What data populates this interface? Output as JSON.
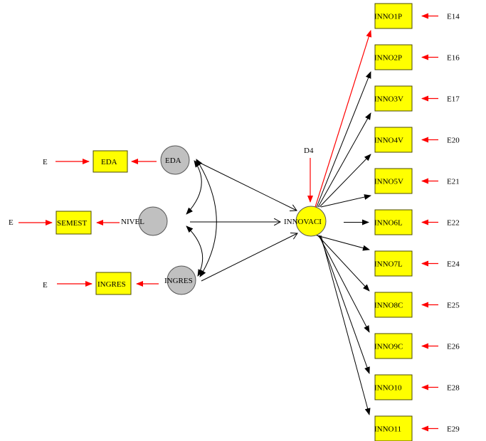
{
  "diagram": {
    "type": "structural equation model path diagram",
    "colors": {
      "observed_fill": "#ffff00",
      "exogenous_latent_fill": "#c0c0c0",
      "endogenous_latent_fill": "#ffff00",
      "error_arrow": "#ff0000",
      "path_arrow": "#000000",
      "highlight_path": "#ff0000"
    },
    "exogenous": [
      {
        "latent": "EDA",
        "indicator": "EDA",
        "error": "E"
      },
      {
        "latent": "NIVEL",
        "indicator": "SEMEST",
        "error": "E"
      },
      {
        "latent": "INGRES",
        "indicator": "INGRES",
        "error": "E"
      }
    ],
    "endogenous": {
      "latent": "INNOVACI",
      "disturbance": "D4"
    },
    "indicators": [
      {
        "label": "INNO1P",
        "error": "E14",
        "highlight": true
      },
      {
        "label": "INNO2P",
        "error": "E16",
        "highlight": false
      },
      {
        "label": "INNO3V",
        "error": "E17",
        "highlight": false
      },
      {
        "label": "INNO4V",
        "error": "E20",
        "highlight": false
      },
      {
        "label": "INNO5V",
        "error": "E21",
        "highlight": false
      },
      {
        "label": "INNO6L",
        "error": "E22",
        "highlight": false
      },
      {
        "label": "INNO7L",
        "error": "E24",
        "highlight": false
      },
      {
        "label": "INNO8C",
        "error": "E25",
        "highlight": false
      },
      {
        "label": "INNO9C",
        "error": "E26",
        "highlight": false
      },
      {
        "label": "INNO10",
        "error": "E28",
        "highlight": false
      },
      {
        "label": "INNO11",
        "error": "E29",
        "highlight": false
      }
    ]
  }
}
